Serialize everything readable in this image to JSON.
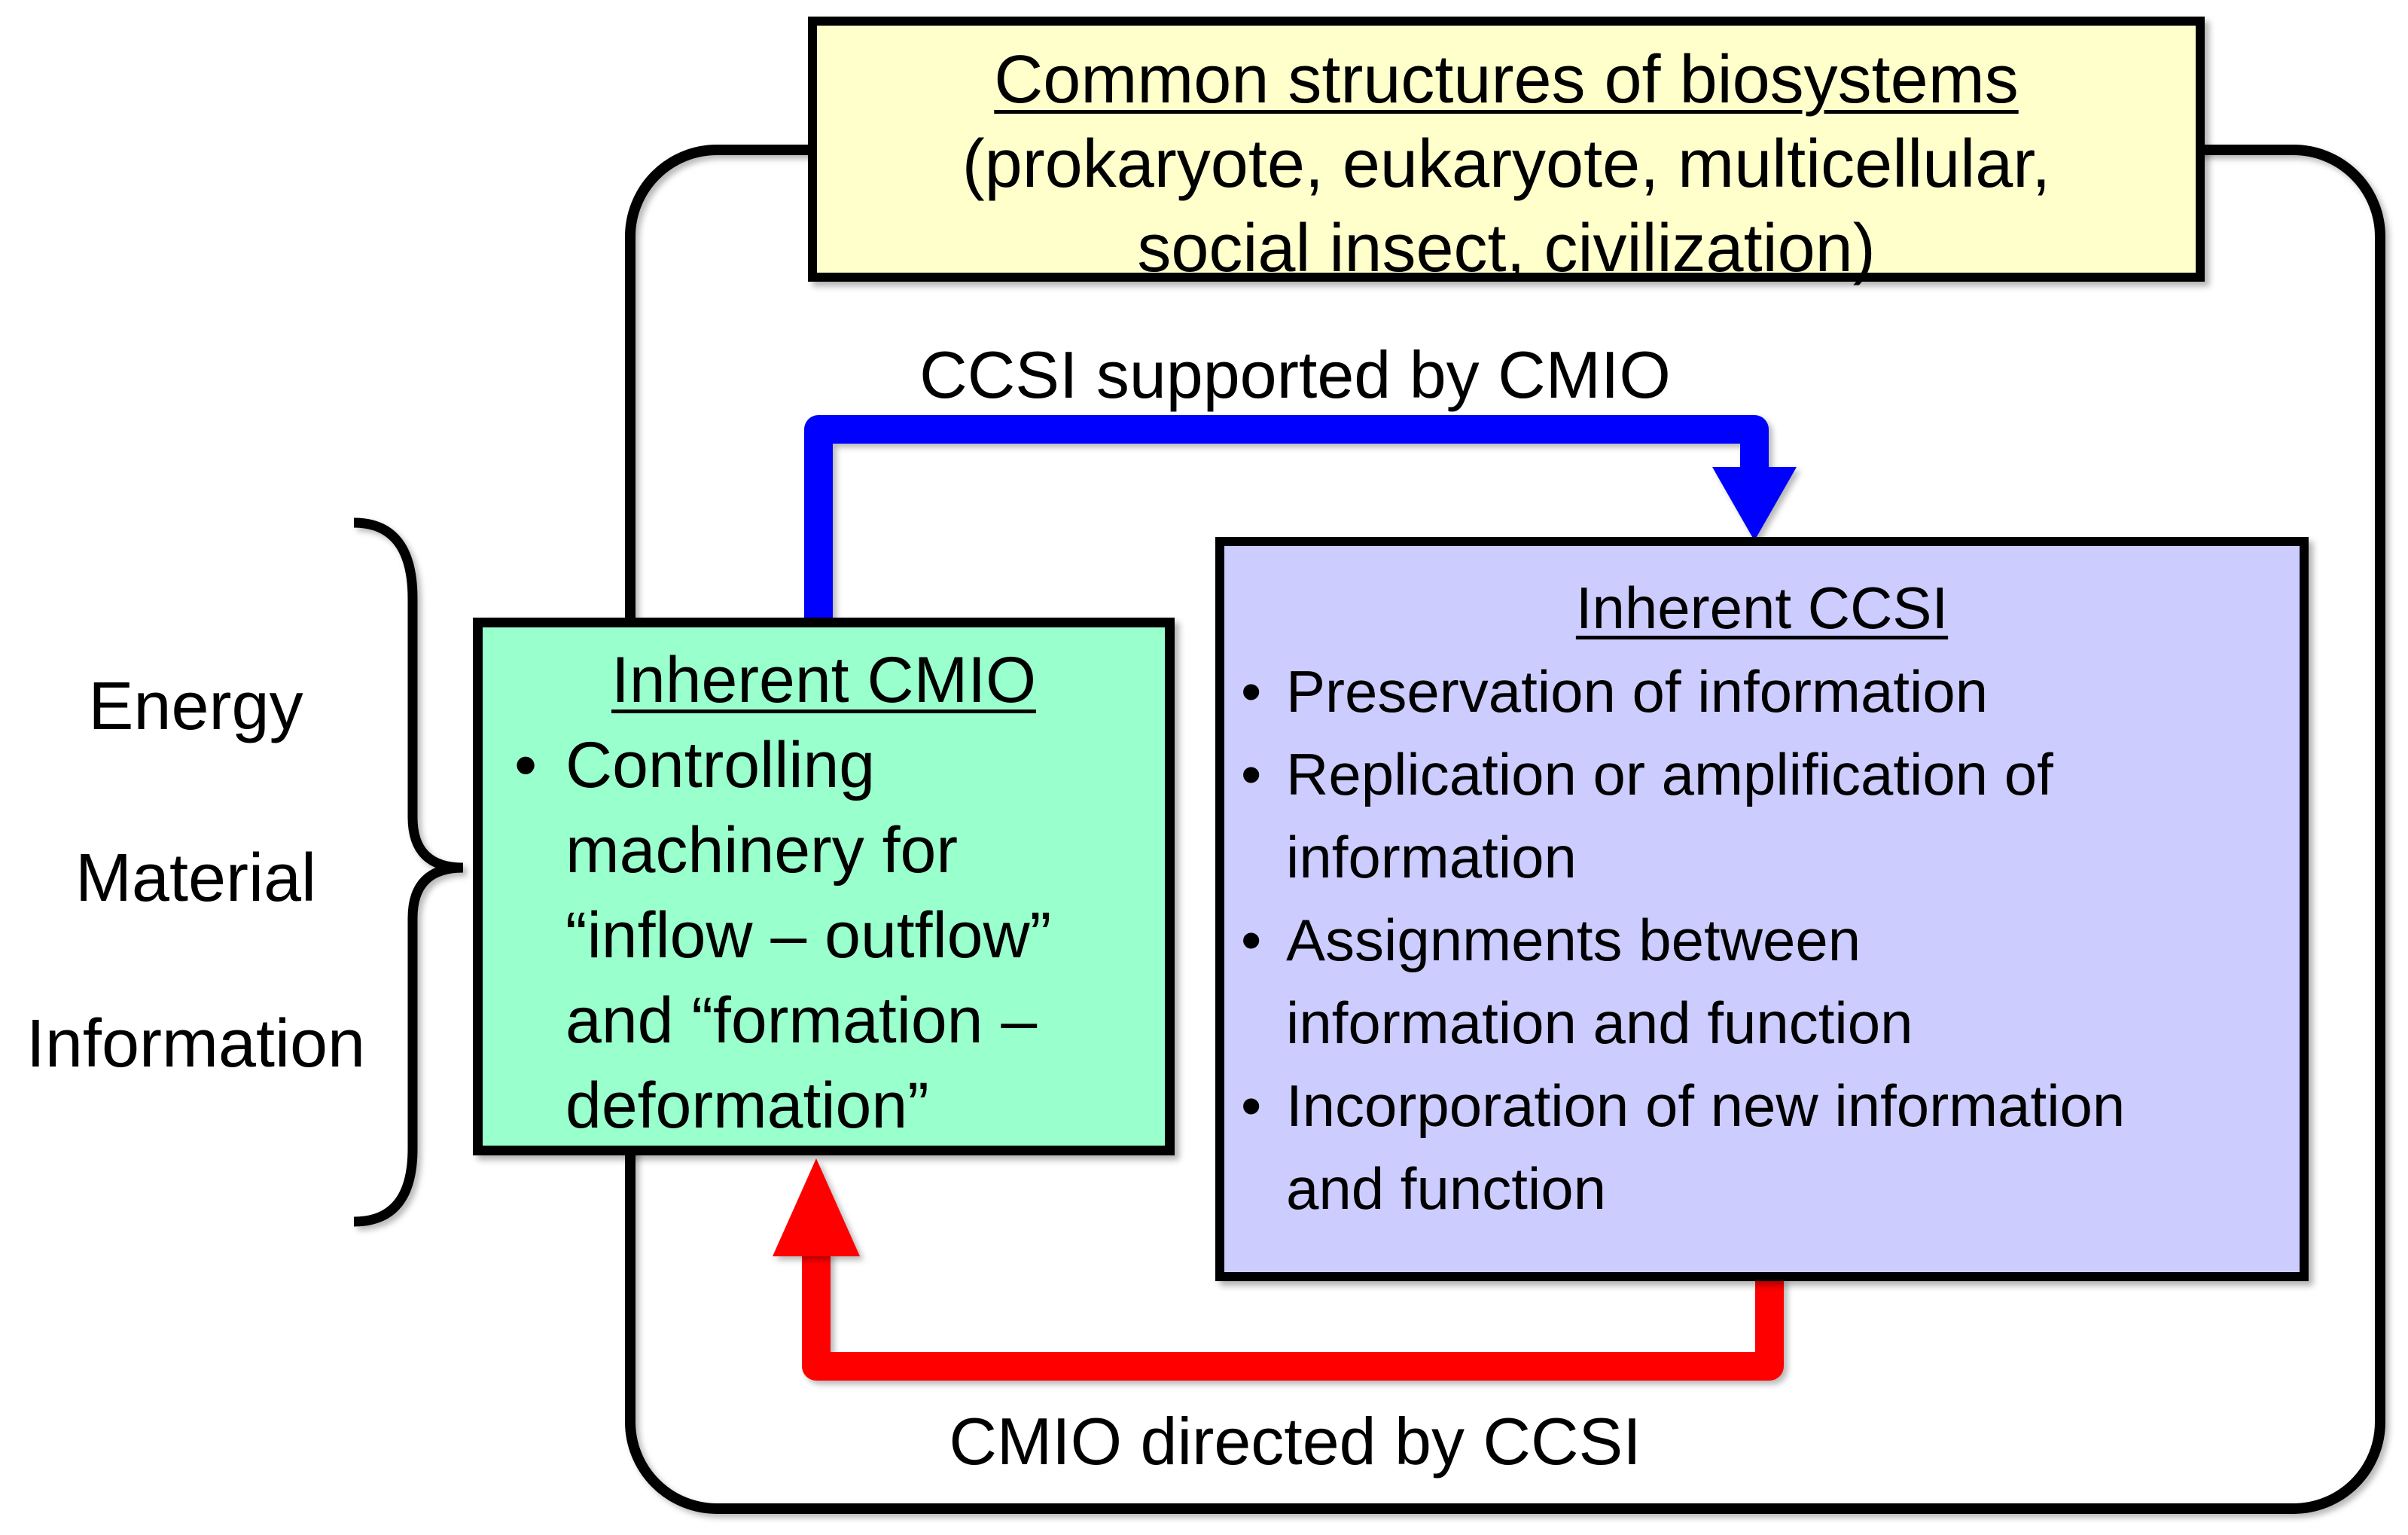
{
  "colors": {
    "background": "#FFFFFF",
    "biosystems_box_fill": "#FFFFCC",
    "cmio_box_fill": "#99FFCC",
    "ccsi_box_fill": "#CCCCFF",
    "blue_arrow": "#0000FF",
    "red_arrow": "#FF0000",
    "line": "#000000"
  },
  "glyphs": {
    "bullet": "•"
  },
  "biosystems_box": {
    "title": "Common structures of biosystems",
    "subtitle_lines": [
      "(prokaryote, eukaryote, multicellular,",
      "social insect, civilization)"
    ]
  },
  "inputs": {
    "items": [
      "Energy",
      "Material",
      "Information"
    ]
  },
  "cmio_box": {
    "title": "Inherent CMIO",
    "bullet": {
      "lines": [
        "Controlling",
        "machinery for",
        "“inflow – outflow”",
        "and “formation –",
        "deformation”"
      ]
    }
  },
  "ccsi_box": {
    "title": "Inherent CCSI",
    "bullets": [
      {
        "lines": [
          "Preservation of information"
        ]
      },
      {
        "lines": [
          "Replication or amplification of",
          "information"
        ]
      },
      {
        "lines": [
          "Assignments between",
          "information and function"
        ]
      },
      {
        "lines": [
          "Incorporation of new information",
          "and function"
        ]
      }
    ]
  },
  "arrows": {
    "ccsi_supported": {
      "label": "CCSI supported by CMIO",
      "color": "#0000FF"
    },
    "cmio_directed": {
      "label": "CMIO directed by CCSI",
      "color": "#FF0000"
    }
  }
}
